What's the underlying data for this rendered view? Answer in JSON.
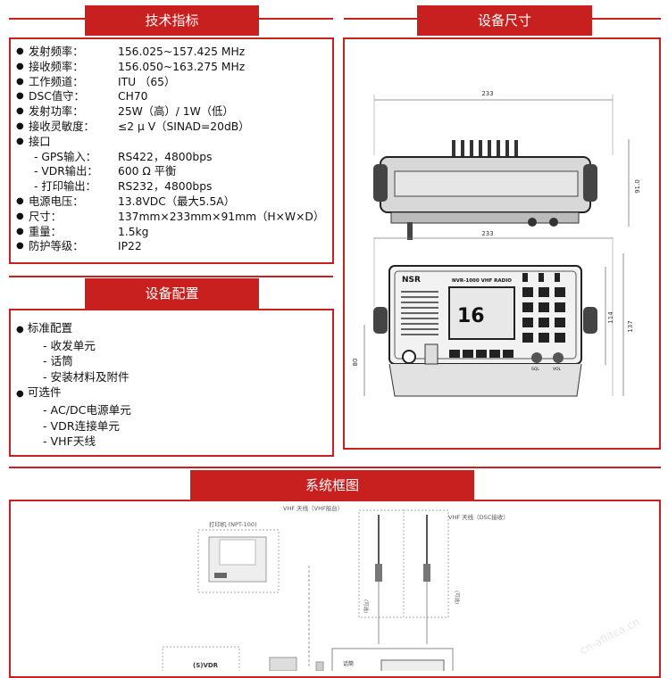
{
  "headers": {
    "specs": "技术指标",
    "dimensions": "设备尺寸",
    "config": "设备配置",
    "system": "系统框图"
  },
  "specs": [
    {
      "label": "发射频率：",
      "value": "156.025~157.425 MHz"
    },
    {
      "label": "接收频率：",
      "value": "156.050~163.275 MHz"
    },
    {
      "label": "工作频道：",
      "value": "ITU （65）"
    },
    {
      "label": "DSC值守：",
      "value": "CH70"
    },
    {
      "label": "发射功率：",
      "value": "25W（高）/ 1W（低）"
    },
    {
      "label": "接收灵敏度：",
      "value": "≤2 μ V（SINAD=20dB）"
    },
    {
      "label": "接口",
      "value": ""
    },
    {
      "label": "- GPS输入：",
      "value": "RS422，4800bps"
    },
    {
      "label": "- VDR输出：",
      "value": "600 Ω 平衡"
    },
    {
      "label": "- 打印输出：",
      "value": "RS232，4800bps"
    },
    {
      "label": "电源电压：",
      "value": "13.8VDC（最大5.5A）"
    },
    {
      "label": "尺寸：",
      "value": "137mm×233mm×91mm（H×W×D）"
    },
    {
      "label": "重量：",
      "value": "1.5kg"
    },
    {
      "label": "防护等级：",
      "value": "IP22"
    }
  ],
  "config": {
    "standard_title": "标准配置",
    "standard_items": [
      "- 收发单元",
      "- 话筒",
      "- 安装材料及附件"
    ],
    "optional_title": "可选件",
    "optional_items": [
      "- AC/DC电源单元",
      "- VDR连接单元",
      "- VHF天线"
    ]
  },
  "drawing": {
    "width_top": "233",
    "depth": "91.0",
    "width_front": "233",
    "brand": "NSR",
    "model": "NVR-1000  VHF RADIO",
    "channel": "16",
    "dim_114": "114",
    "dim_137": "137",
    "dim_80": "80",
    "knob_sql": "SQL",
    "knob_vol": "VOL"
  },
  "system": {
    "printer": "打印机 (NPT-100)",
    "antenna_vhf": "VHF 天线（VHF船台）",
    "antenna_dsc": "VHF 天线（DSC接收）",
    "optional_left": "(可选)",
    "optional_right": "(可选)",
    "vdr": "(S)VDR",
    "handset": "话筒"
  },
  "watermark": "cn-afiitca.cn"
}
